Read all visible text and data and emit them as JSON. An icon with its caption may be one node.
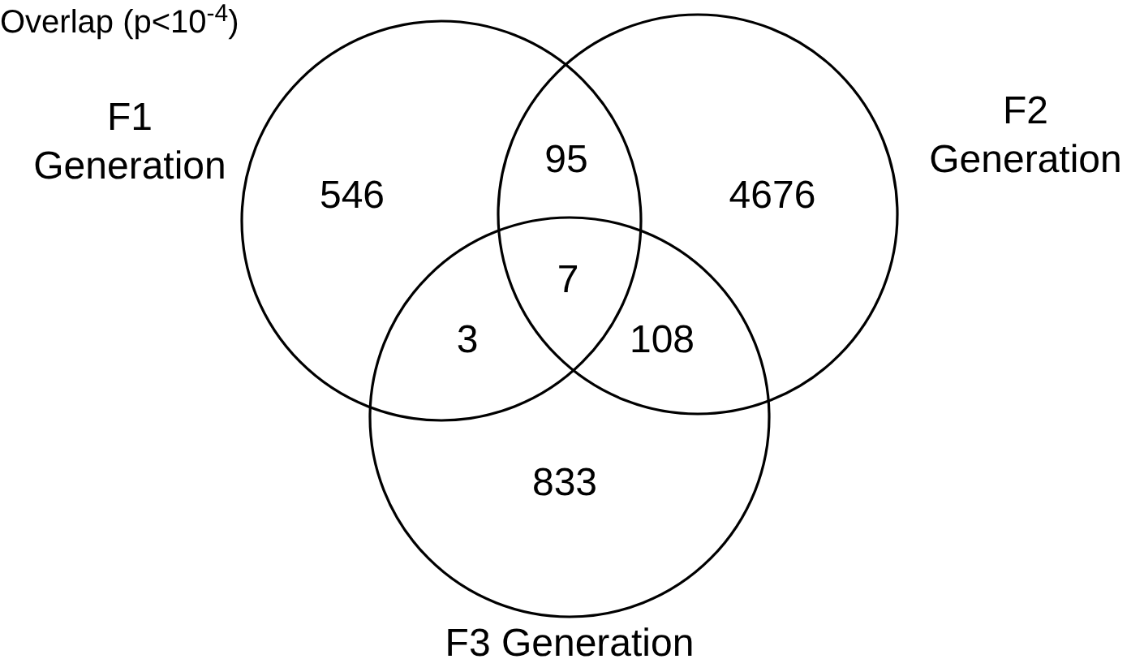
{
  "diagram": {
    "title": "Overlap (p<10$^{-4}$)",
    "nodes": [
      {
        "text": [
          "F1 Generation"
        ]
      },
      {
        "text": [
          "F2 Generation"
        ]
      },
      {
        "text": [
          "F3 Generation"
        ]
      }
    ],
    "labels": [
      "546",
      "95",
      "4676",
      "7",
      "3",
      "108",
      "833"
    ]
  }
}
